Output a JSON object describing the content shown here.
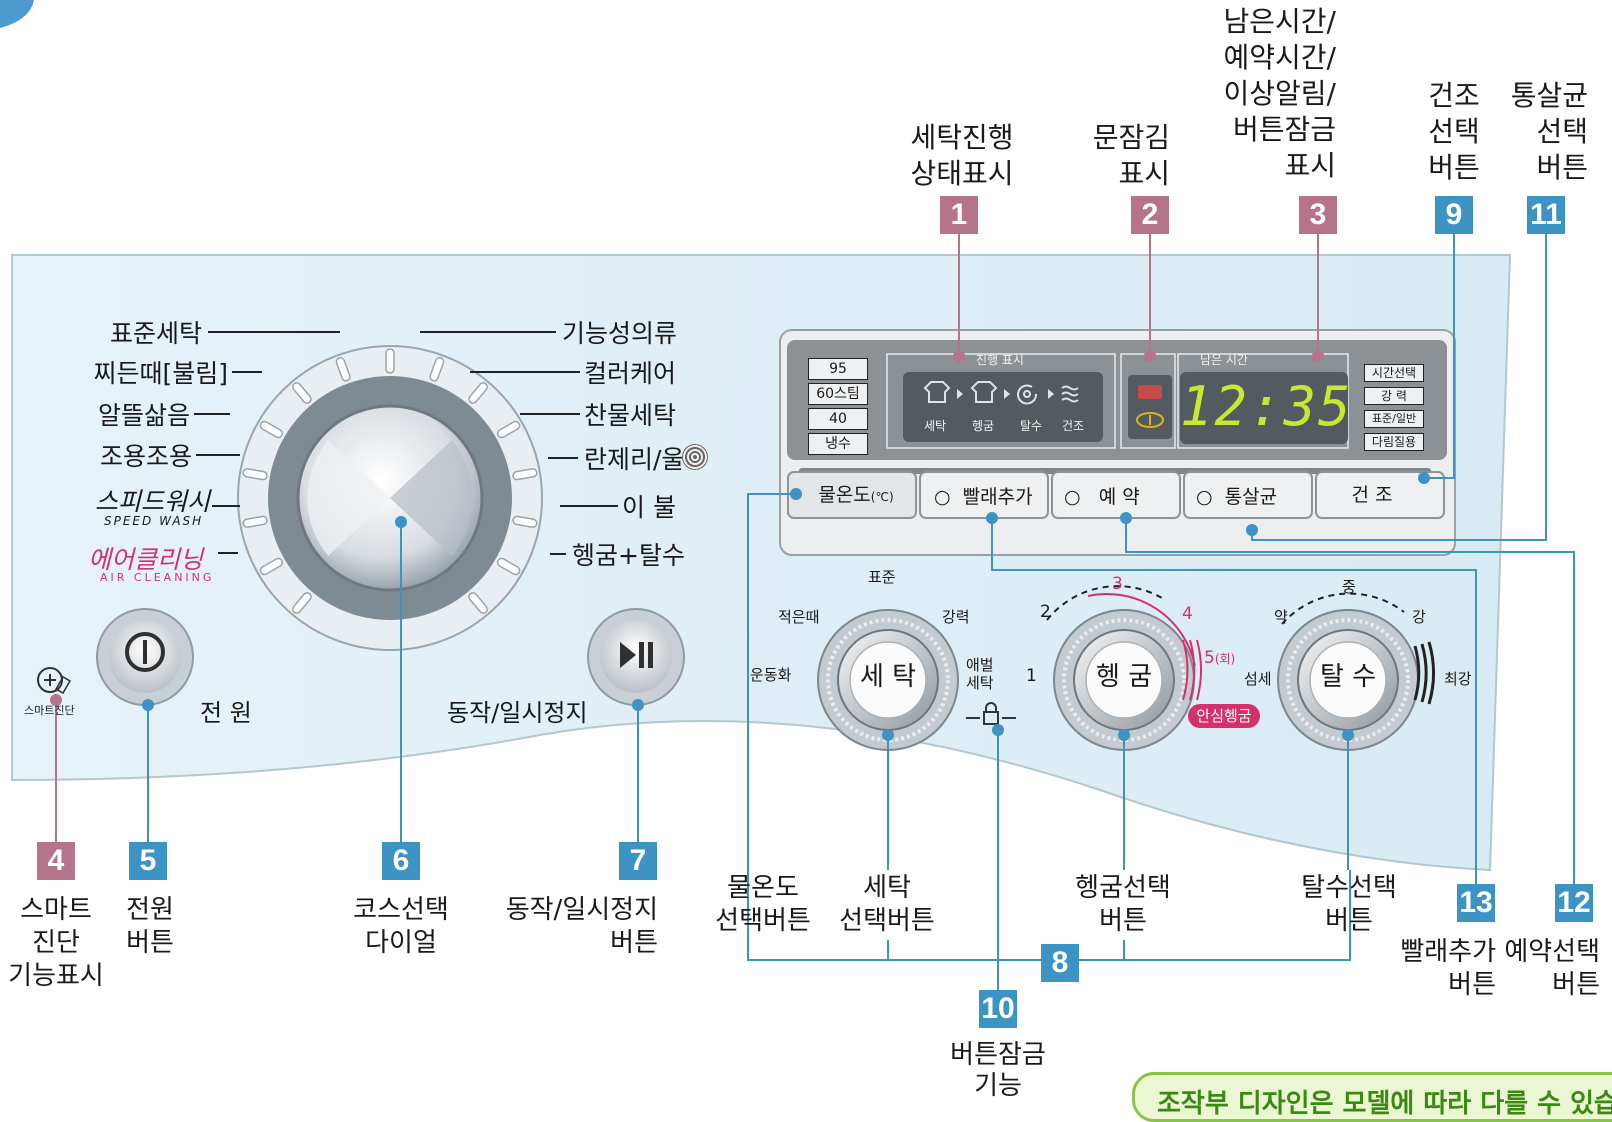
{
  "dial": {
    "left": [
      "표준세탁",
      "찌든때[불림]",
      "알뜰삶음",
      "조용조용",
      "스피드워시"
    ],
    "speed_wash_sub": "SPEED WASH",
    "air_cleaning": "에어클리닝",
    "air_cleaning_sub": "AIR CLEANING",
    "right": [
      "기능성의류",
      "컬러케어",
      "찬물세탁",
      "란제리/울",
      "이 불",
      "헹굼+탈수"
    ]
  },
  "panel": {
    "power": "전 원",
    "start_pause": "동작/일시정지",
    "smart_diag": "스마트진단",
    "display": {
      "temps": [
        "95",
        "60스팀",
        "40",
        "냉수"
      ],
      "progress_title": "진행 표시",
      "progress_steps": [
        "세탁",
        "헹굼",
        "탈수",
        "건조"
      ],
      "remain_title": "남은 시간",
      "time": "12:35",
      "right_options": [
        "시간선택",
        "강 력",
        "표준/일반",
        "다림질용"
      ]
    },
    "buttons": [
      "물온도",
      "빨래추가",
      "예 약",
      "통살균",
      "건 조"
    ],
    "temp_unit": "(℃)",
    "wash_knob": {
      "label": "세 탁",
      "options": [
        "표준",
        "적은때",
        "강력",
        "운동화",
        "애벌\n세탁"
      ]
    },
    "rinse_knob": {
      "label": "헹 굼",
      "options": [
        "1",
        "2",
        "3",
        "4",
        "5"
      ],
      "five_suffix": "(회)",
      "badge": "안심헹굼"
    },
    "spin_knob": {
      "label": "탈 수",
      "options": [
        "중",
        "약",
        "강",
        "섬세",
        "최강"
      ]
    }
  },
  "callouts": [
    {
      "num": "1",
      "text": "세탁진행\n상태표시"
    },
    {
      "num": "2",
      "text": "문잠김\n표시"
    },
    {
      "num": "3",
      "text": "남은시간/\n예약시간/\n이상알림/\n버튼잠금\n표시"
    },
    {
      "num": "9",
      "text": "건조\n선택\n버튼"
    },
    {
      "num": "11",
      "text": "통살균\n선택\n버튼"
    },
    {
      "num": "4",
      "text": "스마트\n진단\n기능표시"
    },
    {
      "num": "5",
      "text": "전원\n버튼"
    },
    {
      "num": "6",
      "text": "코스선택\n다이얼"
    },
    {
      "num": "7",
      "text": "동작/일시정지\n버튼"
    },
    {
      "num": "8",
      "text": ""
    },
    {
      "num": "13",
      "text": "빨래추가\n버튼"
    },
    {
      "num": "12",
      "text": "예약선택\n버튼"
    },
    {
      "num": "10",
      "text": "버튼잠금\n기능"
    }
  ],
  "sub_labels": [
    "물온도\n선택버튼",
    "세탁\n선택버튼",
    "헹굼선택\n버튼",
    "탈수선택\n버튼"
  ],
  "note": "조작부 디자인은 모델에 따라 다를 수 있습니다."
}
